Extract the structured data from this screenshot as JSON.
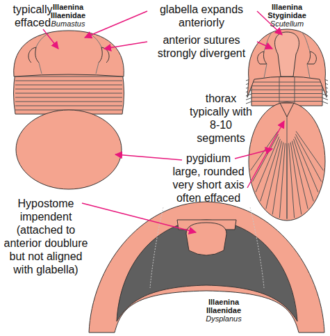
{
  "diagram": {
    "labels": [
      "Illaenina",
      "Illaenidae",
      "Bumastus",
      "typically effaced",
      "glabella expands anteriorly",
      "Illaenina",
      "Styginidae",
      "Scutellum",
      "anterior sutures strongly divergent",
      "thorax typically with 8-10 segments",
      "pygidium large, rounded very short axis often effaced",
      "Hypostome impendent (attached to anterior doublure but not aligned with glabella)",
      "Illaenina",
      "Illaenidae",
      "Dysplanus"
    ]
  }
}
